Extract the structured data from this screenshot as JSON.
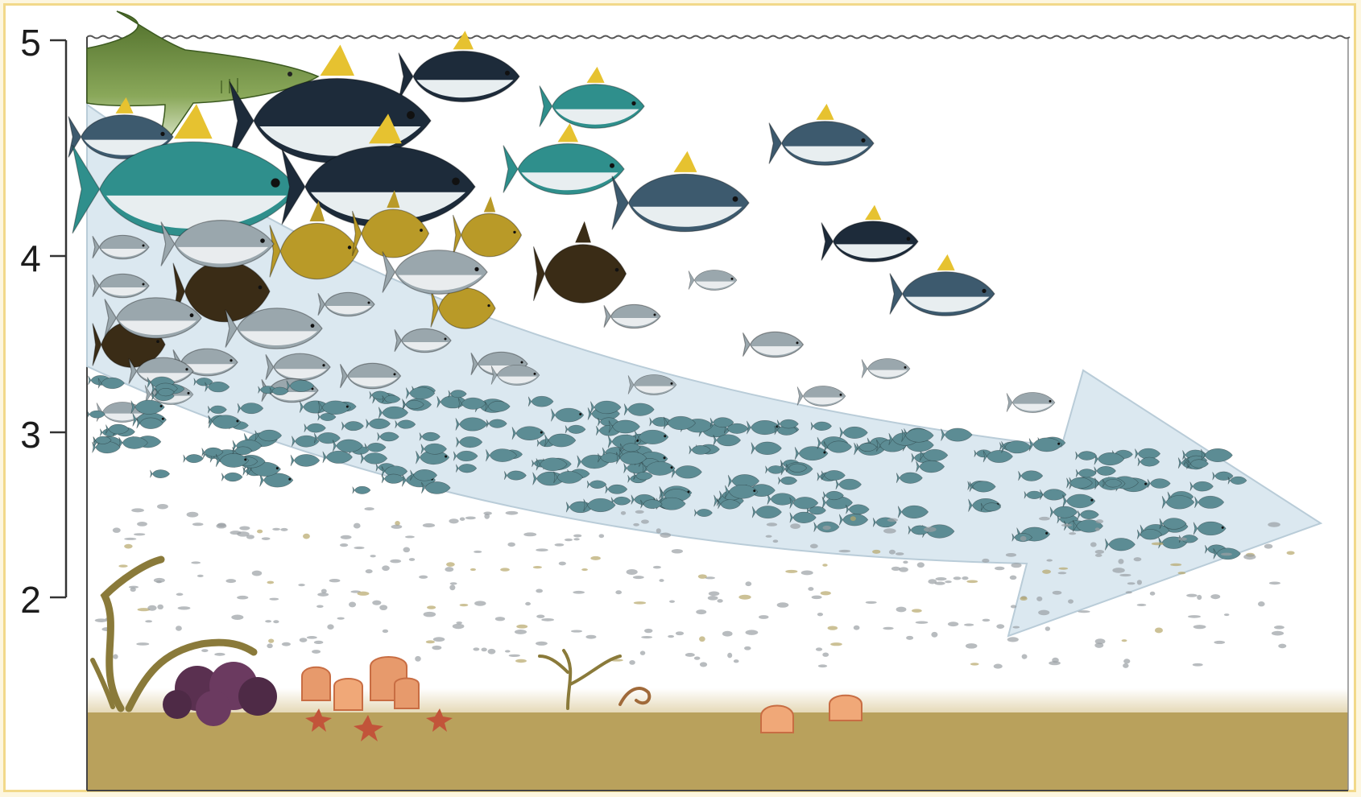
{
  "trophic_scale": {
    "ticks": [
      {
        "label": "5",
        "value": 5
      },
      {
        "label": "4",
        "value": 4
      },
      {
        "label": "3",
        "value": 3
      },
      {
        "label": "2",
        "value": 2
      }
    ]
  },
  "colors": {
    "frame": "#f2d98a",
    "arrow_fill": "#dbe8f0",
    "arrow_stroke": "#b9ccd8",
    "seafloor": "#b9a15c",
    "water_line": "#555555",
    "shark": "#6f8f3e",
    "tuna_back": "#1d2b3a",
    "tuna_fin": "#e6c230",
    "mackerel": "#2f8f8c",
    "rockfish_gold": "#b99a28",
    "rockfish_dark": "#3a2c16",
    "forage": "#9aa7ad",
    "small_fish": "#5c8c94",
    "plankton": "#9aa0a4",
    "kelp": "#8a7a3a",
    "urchin": "#5a3050",
    "sponge": "#e79a6c",
    "starfish": "#c2543a"
  },
  "icons": {
    "shark": "shark-icon",
    "tuna": "tuna-icon",
    "mackerel": "mackerel-icon",
    "rockfish": "rockfish-icon",
    "forage_fish": "forage-fish-icon",
    "small_fish": "small-fish-icon",
    "plankton": "plankton-icon",
    "kelp": "kelp-icon",
    "sea_urchin": "sea-urchin-icon",
    "sponge": "sponge-icon",
    "starfish": "starfish-icon",
    "coral": "coral-icon"
  }
}
